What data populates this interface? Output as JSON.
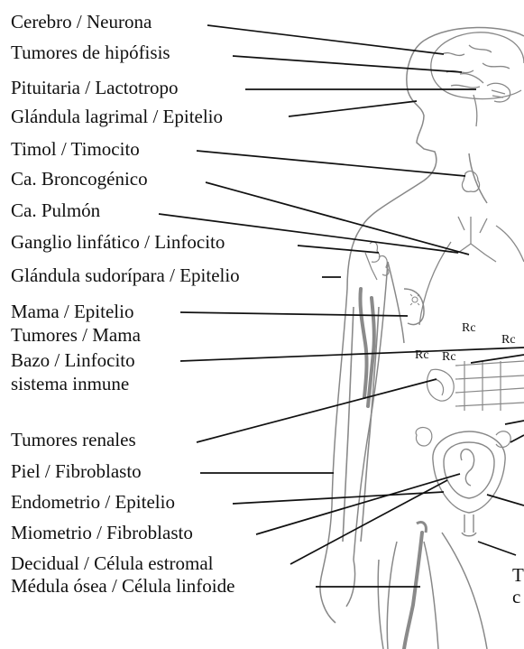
{
  "labels": [
    "Cerebro / Neurona",
    "Tumores de hipófisis",
    "Pituitaria / Lactotropo",
    "Glándula lagrimal / Epitelio",
    "Timol / Timocito",
    "Ca. Broncogénico",
    "Ca. Pulmón",
    "Ganglio linfático / Linfocito",
    "Glándula sudorípara / Epitelio",
    "Mama / Epitelio",
    "Tumores / Mama",
    "Bazo / Linfocito",
    "sistema inmune",
    "Tumores renales",
    "Piel / Fibroblasto",
    "Endometrio / Epitelio",
    "Miometrio / Fibroblasto",
    "Decidual / Célula estromal",
    "Médula ósea / Célula linfoide"
  ],
  "small_labels": [
    "Rc",
    "Rc",
    "Rc",
    "Rc"
  ],
  "right_edge_text": [
    "T",
    "c"
  ],
  "colors": {
    "text": "#111111",
    "line": "#111111",
    "outline": "#888888",
    "vessel": "#8a8a8a"
  }
}
